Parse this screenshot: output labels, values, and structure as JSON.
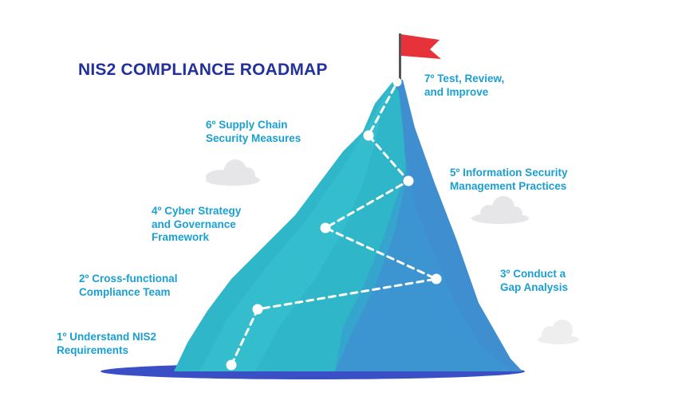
{
  "title": "NIS2 COMPLIANCE ROADMAP",
  "steps": [
    {
      "line1": "1º Understand NIS2",
      "line2": "Requirements",
      "line3": ""
    },
    {
      "line1": "2º Cross-functional",
      "line2": "Compliance Team",
      "line3": ""
    },
    {
      "line1": "3º Conduct a",
      "line2": "Gap Analysis",
      "line3": ""
    },
    {
      "line1": "4º Cyber Strategy",
      "line2": "and Governance",
      "line3": "Framework"
    },
    {
      "line1": "5º Information Security",
      "line2": "Management Practices",
      "line3": ""
    },
    {
      "line1": "6º Supply Chain",
      "line2": "Security Measures",
      "line3": ""
    },
    {
      "line1": "7º Test, Review,",
      "line2": "and Improve",
      "line3": ""
    }
  ],
  "colors": {
    "title": "#23319a",
    "label": "#1a9fd1",
    "flag": "#e8323a",
    "mountain_light": "#2fb6c9",
    "mountain_dark": "#3f8fd0",
    "base": "#3a4fc6",
    "cloud": "#e6e6e8"
  },
  "icons": [
    "flag-icon",
    "cloud-icon"
  ]
}
